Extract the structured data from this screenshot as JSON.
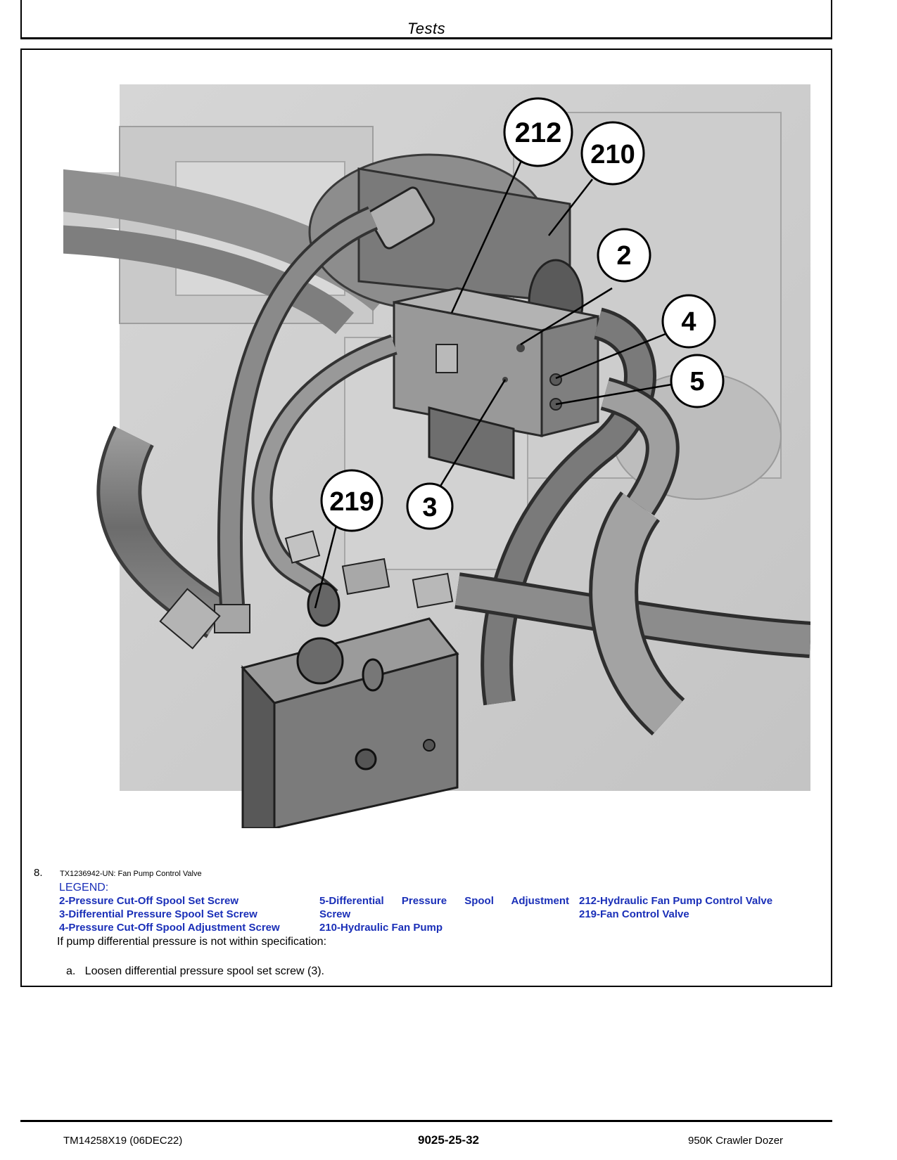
{
  "header": {
    "title": "Tests"
  },
  "figure": {
    "callouts": [
      {
        "id": "c212",
        "label": "212"
      },
      {
        "id": "c210",
        "label": "210"
      },
      {
        "id": "c2",
        "label": "2"
      },
      {
        "id": "c4",
        "label": "4"
      },
      {
        "id": "c5",
        "label": "5"
      },
      {
        "id": "c219",
        "label": "219"
      },
      {
        "id": "c3",
        "label": "3"
      }
    ]
  },
  "step": {
    "number": "8.",
    "caption": "TX1236942-UN: Fan Pump Control Valve",
    "legend_title": "LEGEND:",
    "legend_col1": [
      "2-Pressure Cut-Off Spool Set Screw",
      "3-Differential Pressure Spool Set Screw",
      "4-Pressure Cut-Off Spool Adjustment Screw"
    ],
    "legend_col2": [
      "5-Differential Pressure Spool Adjustment",
      "Screw",
      "210-Hydraulic Fan Pump"
    ],
    "legend_col3": [
      "212-Hydraulic Fan Pump Control Valve",
      "219-Fan Control Valve"
    ],
    "instruction": "If pump differential pressure is not within specification:",
    "substep": "a.   Loosen differential pressure spool set screw (3)."
  },
  "footer": {
    "left": "TM14258X19 (06DEC22)",
    "center": "9025-25-32",
    "right": "950K Crawler Dozer"
  }
}
